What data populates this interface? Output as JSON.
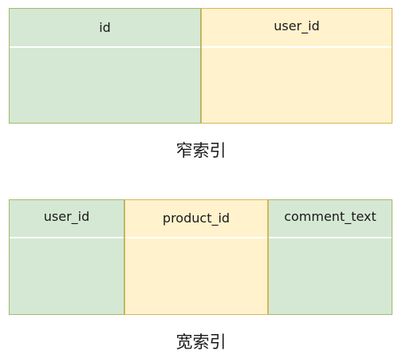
{
  "narrow_index": {
    "caption": "窄索引",
    "columns": [
      {
        "label": "id",
        "fill": "#d5e8d4"
      },
      {
        "label": "user_id",
        "fill": "#fff2cc"
      }
    ]
  },
  "wide_index": {
    "caption": "宽索引",
    "columns": [
      {
        "label": "user_id",
        "fill": "#d5e8d4"
      },
      {
        "label": "product_id",
        "fill": "#fff2cc"
      },
      {
        "label": "comment_text",
        "fill": "#d5e8d4"
      }
    ]
  }
}
